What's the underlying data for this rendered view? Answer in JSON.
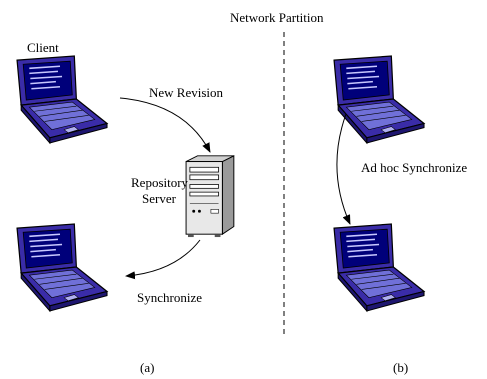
{
  "header": {
    "partition_label": "Network Partition"
  },
  "left_panel": {
    "client_label": "Client",
    "new_revision_label": "New Revision",
    "server_label_line1": "Repository",
    "server_label_line2": "Server",
    "synchronize_label": "Synchronize",
    "caption": "(a)"
  },
  "right_panel": {
    "adhoc_label": "Ad hoc Synchronize",
    "caption": "(b)"
  },
  "icons": {
    "laptop": "laptop-icon",
    "server": "server-tower-icon"
  },
  "colors": {
    "laptop_shell": "#3a2ca8",
    "laptop_screen": "#00007a",
    "laptop_keys": "#7070d8",
    "server_body": "#e8e8e8",
    "server_shadow": "#9a9a9a",
    "line": "#000000"
  }
}
